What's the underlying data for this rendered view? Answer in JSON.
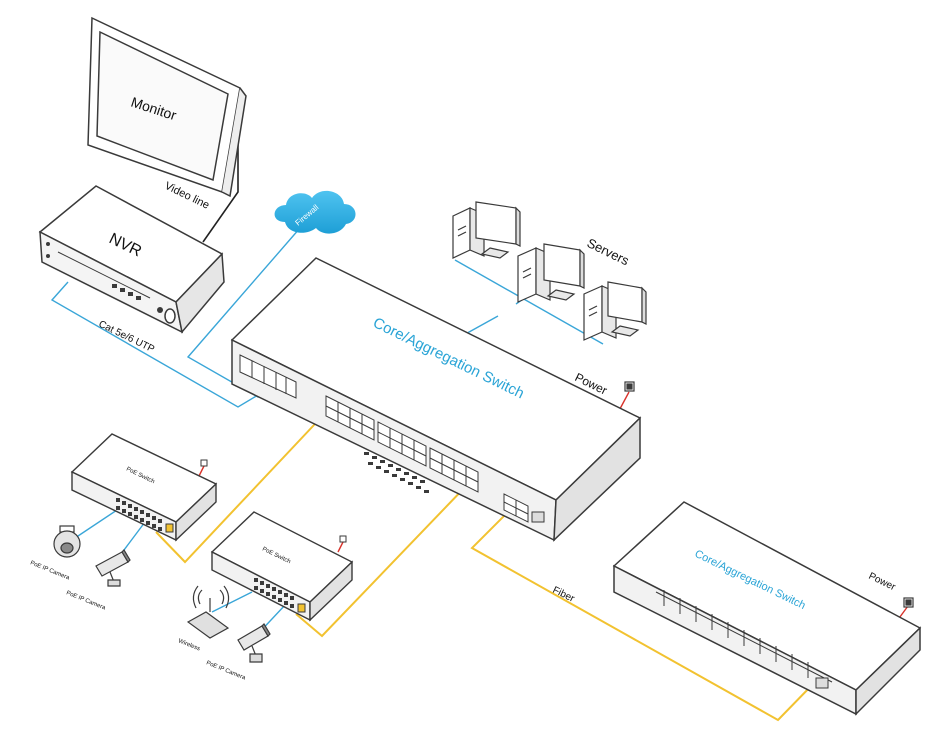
{
  "labels": {
    "monitor": "Monitor",
    "video_line": "Video line",
    "nvr": "NVR",
    "cat_cable": "Cat 5e/6 UTP",
    "firewall": "Firewall",
    "servers": "Servers",
    "core_switch_main": "Core/Aggregation Switch",
    "power_main": "Power",
    "poe_switch_1": "PoE Switch",
    "poe_switch_2": "PoE Switch",
    "poe_camera_1": "PoE IP Camera",
    "poe_camera_2": "PoE IP Camera",
    "wireless": "Wireless",
    "poe_camera_3": "PoE IP Camera",
    "fiber": "Fiber",
    "core_switch_second": "Core/Aggregation Switch",
    "power_second": "Power"
  },
  "colors": {
    "outline": "#3a3a3a",
    "utp_cable": "#3aa6d8",
    "fiber_cable": "#f2c230",
    "power_cable": "#d9322a",
    "accent_text": "#2aa4d6"
  }
}
